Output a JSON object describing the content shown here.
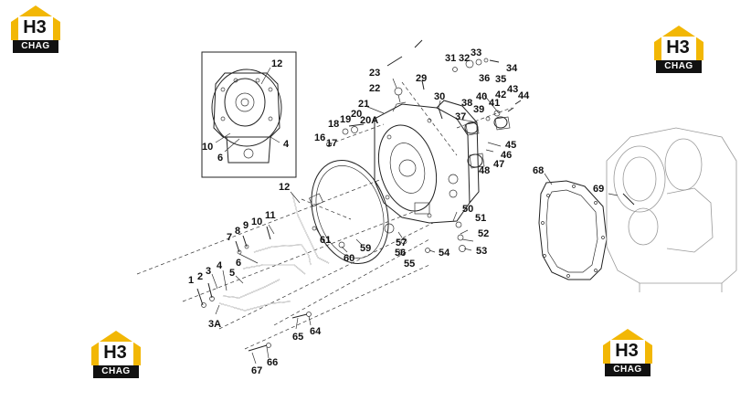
{
  "brand": {
    "mark": "H3",
    "plate": "CHAG"
  },
  "callouts": {
    "c1": "1",
    "c2": "2",
    "c3": "3",
    "c3a": "3A",
    "c4": "4",
    "c5": "5",
    "c6": "6",
    "c7": "7",
    "c8": "8",
    "c9": "9",
    "c10": "10",
    "c11": "11",
    "c12": "12",
    "c16": "16",
    "c17": "17",
    "c18": "18",
    "c19": "19",
    "c20": "20",
    "c20a": "20A",
    "c21": "21",
    "c22": "22",
    "c23": "23",
    "c29": "29",
    "c30": "30",
    "c31": "31",
    "c32": "32",
    "c33": "33",
    "c34": "34",
    "c35": "35",
    "c36": "36",
    "c37": "37",
    "c38": "38",
    "c39": "39",
    "c40": "40",
    "c41": "41",
    "c42": "42",
    "c43": "43",
    "c44": "44",
    "c45": "45",
    "c46": "46",
    "c47": "47",
    "c48": "48",
    "c50": "50",
    "c51": "51",
    "c52": "52",
    "c53": "53",
    "c54": "54",
    "c55": "55",
    "c56": "56",
    "c57": "57",
    "c59": "59",
    "c60": "60",
    "c61": "61",
    "c64": "64",
    "c65": "65",
    "c66": "66",
    "c67": "67",
    "c68": "68",
    "c69": "69",
    "inset12": "12",
    "inset10": "10",
    "inset6": "6",
    "inset4": "4"
  }
}
